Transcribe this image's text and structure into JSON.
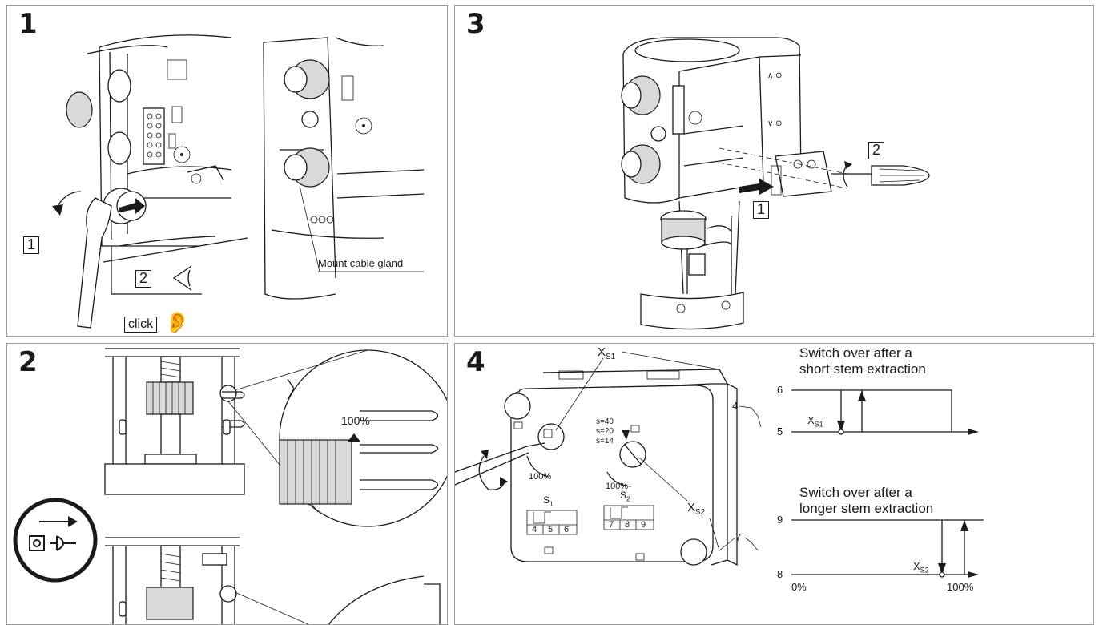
{
  "panels": {
    "p1": {
      "number": "1",
      "callout_1": "1",
      "callout_2": "2",
      "click_label": "click",
      "gland_label": "Mount cable gland"
    },
    "p3": {
      "number": "3",
      "callout_1": "1",
      "callout_2": "2"
    },
    "p2": {
      "number": "2",
      "percent_label": "100%"
    },
    "p4": {
      "number": "4",
      "xs1": "X",
      "xs1_sub": "S1",
      "xs2": "X",
      "xs2_sub": "S2",
      "s40": "s=40",
      "s20": "s=20",
      "s14": "s=14",
      "dial1_percent": "100%",
      "dial2_percent": "100%",
      "s1_label": "S",
      "s1_sub": "1",
      "s2_label": "S",
      "s2_sub": "2",
      "s1_terminals": [
        "4",
        "5",
        "6"
      ],
      "s2_terminals": [
        "7",
        "8",
        "9"
      ],
      "term_4": "4",
      "term_5": "5",
      "term_6": "6",
      "term_7": "7",
      "term_8": "8",
      "term_9": "9",
      "graph1_title_line1": "Switch over after a",
      "graph1_title_line2": "short stem extraction",
      "graph2_title_line1": "Switch over after a",
      "graph2_title_line2": "longer stem extraction",
      "graph1_xlabel": "X",
      "graph1_xlabel_sub": "S1",
      "graph2_xlabel": "X",
      "graph2_xlabel_sub": "S2",
      "axis_0": "0%",
      "axis_100": "100%"
    }
  }
}
